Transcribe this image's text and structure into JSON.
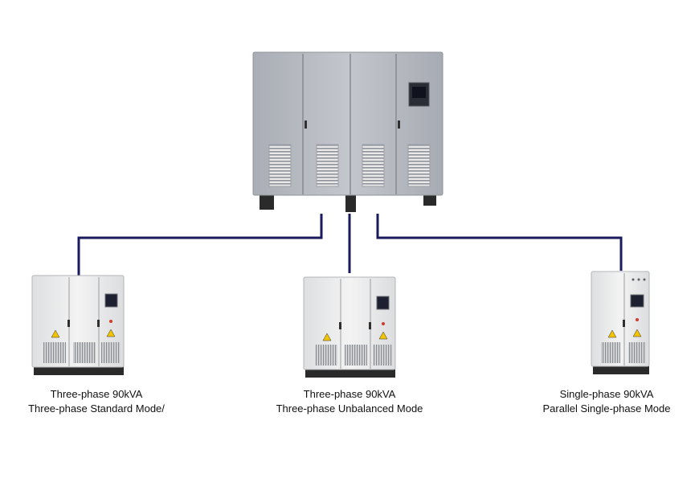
{
  "colors": {
    "connector": "#1a1a5c",
    "cabinet_gray": "#b9bcc3",
    "cabinet_white": "#ececec",
    "foot": "#2a2a2a",
    "warning": "#f2c400",
    "screen": "#1c2030"
  },
  "icons": [
    "warning-icon",
    "display-screen-icon",
    "indicator-light-icon"
  ],
  "units": [
    {
      "id": "left",
      "line1": "Three-phase 90kVA",
      "line2": "Three-phase Standard Mode/"
    },
    {
      "id": "center",
      "line1": "Three-phase 90kVA",
      "line2": "Three-phase Unbalanced Mode"
    },
    {
      "id": "right",
      "line1": "Single-phase 90kVA",
      "line2": "Parallel Single-phase Mode"
    }
  ]
}
